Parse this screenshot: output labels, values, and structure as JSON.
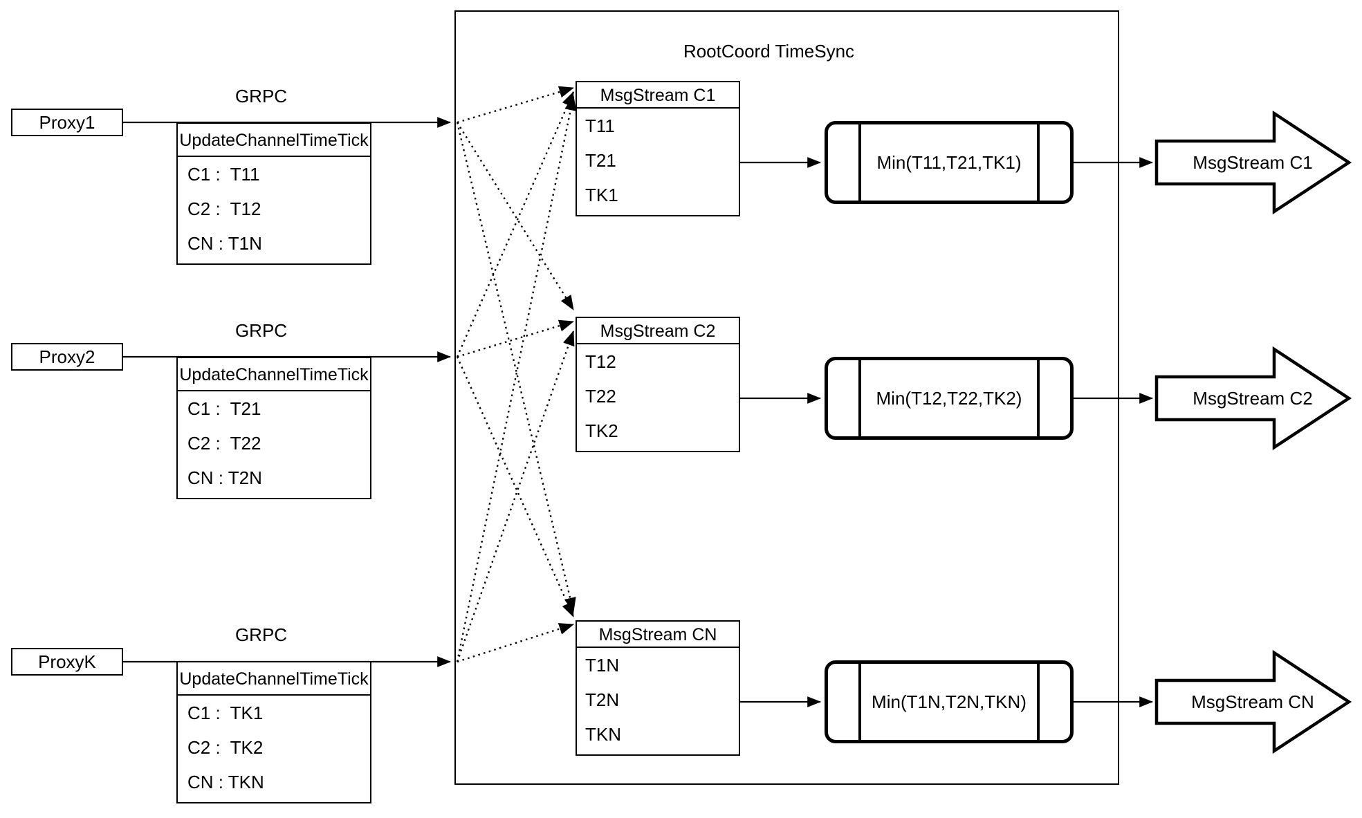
{
  "colors": {
    "stroke": "#000000",
    "background": "#ffffff"
  },
  "root_box": {
    "title": "RootCoord TimeSync"
  },
  "proxies": [
    {
      "name": "Proxy1",
      "grpc_label": "GRPC",
      "table": {
        "header": "UpdateChannelTimeTick",
        "rows": [
          "C1 :  T11",
          "C2 :  T12",
          "CN : T1N"
        ]
      }
    },
    {
      "name": "Proxy2",
      "grpc_label": "GRPC",
      "table": {
        "header": "UpdateChannelTimeTick",
        "rows": [
          "C1 :  T21",
          "C2 :  T22",
          "CN : T2N"
        ]
      }
    },
    {
      "name": "ProxyK",
      "grpc_label": "GRPC",
      "table": {
        "header": "UpdateChannelTimeTick",
        "rows": [
          "C1 :  TK1",
          "C2 :  TK2",
          "CN : TKN"
        ]
      }
    }
  ],
  "streams": [
    {
      "header": "MsgStream C1",
      "rows": [
        "T11",
        "T21",
        "TK1"
      ],
      "min_label": "Min(T11,T21,TK1)",
      "output_label": "MsgStream C1"
    },
    {
      "header": "MsgStream C2",
      "rows": [
        "T12",
        "T22",
        "TK2"
      ],
      "min_label": "Min(T12,T22,TK2)",
      "output_label": "MsgStream C2"
    },
    {
      "header": "MsgStream CN",
      "rows": [
        "T1N",
        "T2N",
        "TKN"
      ],
      "min_label": "Min(T1N,T2N,TKN)",
      "output_label": "MsgStream CN"
    }
  ]
}
